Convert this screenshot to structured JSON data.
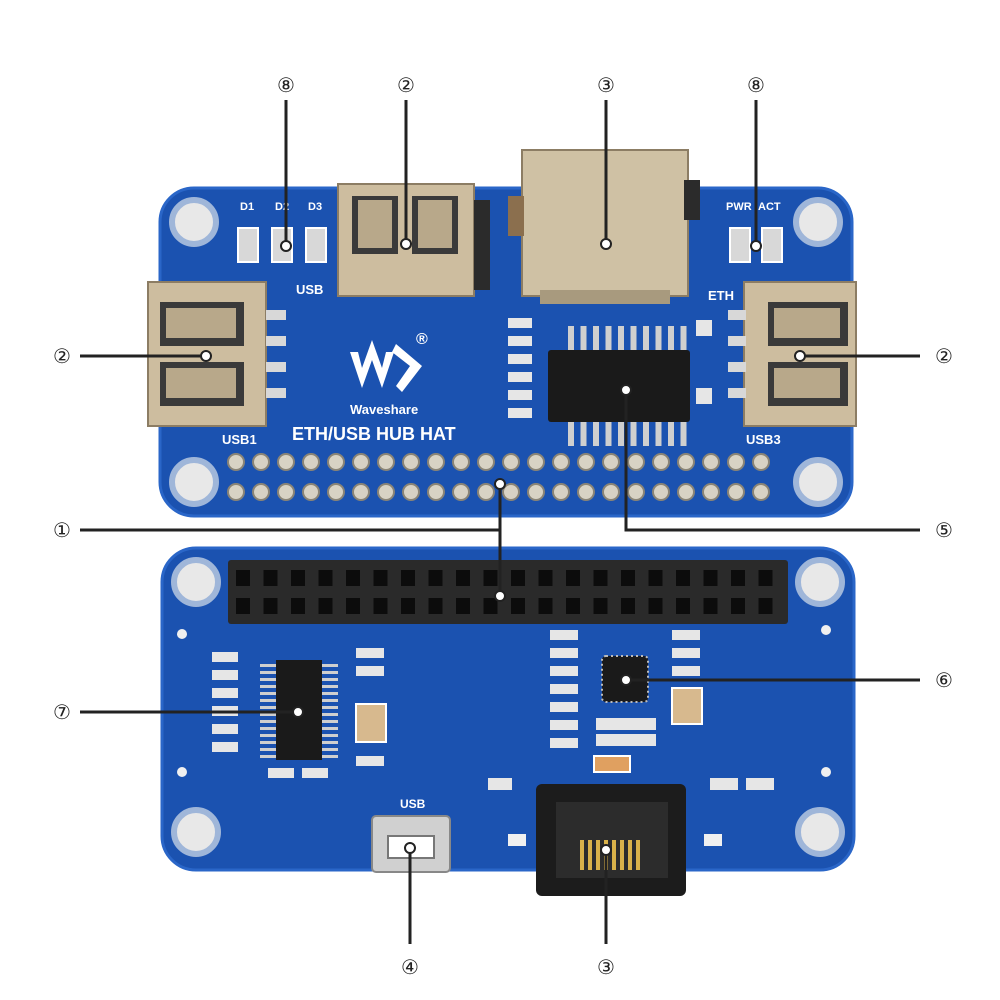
{
  "board_top": {
    "brand": "Waveshare",
    "product_name": "ETH/USB HUB HAT",
    "led_labels": [
      "D1",
      "D2",
      "D3"
    ],
    "status_led_labels": [
      "PWR",
      "ACT"
    ],
    "port_labels": {
      "usb_top": "USB",
      "usb_left": "USB1",
      "usb_right": "USB3",
      "eth": "ETH"
    },
    "logo_mark": "®"
  },
  "board_bottom": {
    "micro_usb_label": "USB"
  },
  "callouts": {
    "one": "①",
    "two": "②",
    "three": "③",
    "four": "④",
    "five": "⑤",
    "six": "⑥",
    "seven": "⑦",
    "eight": "⑧"
  },
  "colors": {
    "pcb_blue": "#1b52b0",
    "pcb_edge": "#2a66c8",
    "metal": "#c8b89a",
    "chip": "#1a1a1a",
    "header": "#2a2a2a",
    "callout_line": "#222222"
  }
}
